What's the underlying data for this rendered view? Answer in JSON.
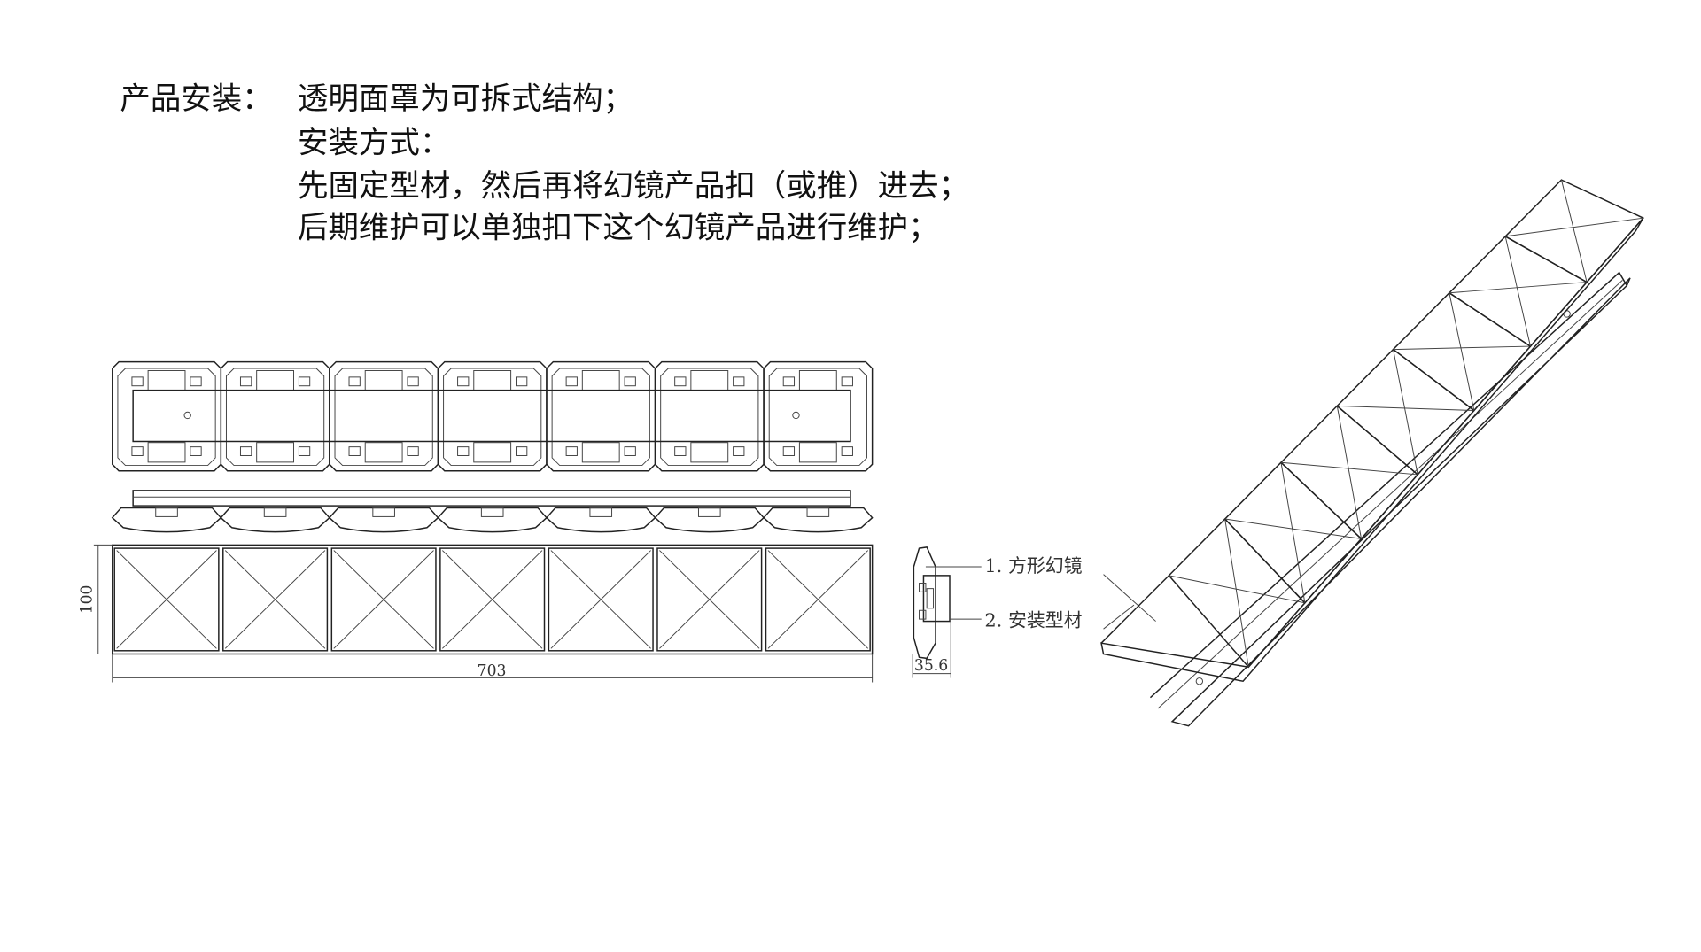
{
  "description_text": {
    "line1_label": "产品安装：",
    "line1_text": "透明面罩为可拆式结构；",
    "line2": "安装方式：",
    "line3": "先固定型材，然后再将幻镜产品扣（或推）进去；",
    "line4": "后期维护可以单独扣下这个幻镜产品进行维护；"
  },
  "drawing": {
    "module_count": 7,
    "dim_height": "100",
    "dim_length": "703",
    "dim_depth": "35.6",
    "callouts": [
      "1. 方形幻镜",
      "2. 安装型材"
    ]
  },
  "colors": {
    "line": "#222222",
    "text": "#111111",
    "background": "#ffffff"
  }
}
